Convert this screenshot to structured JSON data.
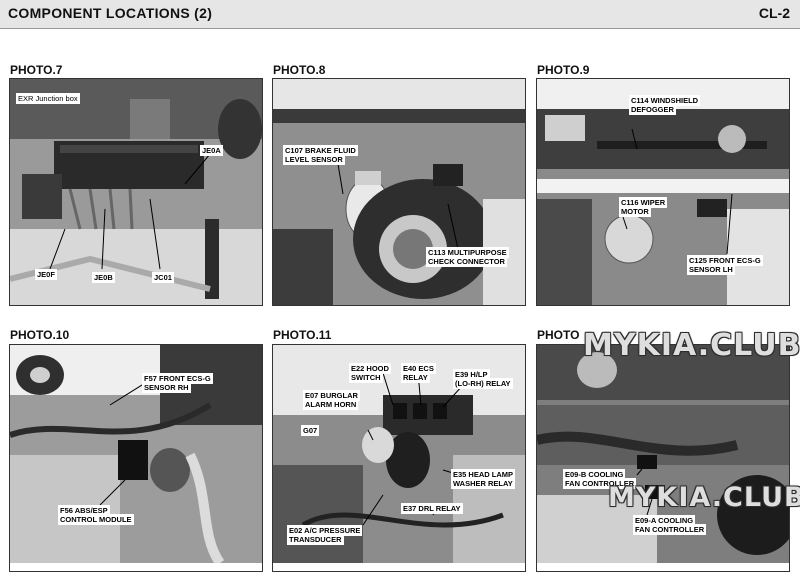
{
  "header": {
    "title": "COMPONENT LOCATIONS (2)",
    "code": "CL-2"
  },
  "watermark": "MYKIA.CLUB",
  "photos": [
    {
      "label": "PHOTO.7",
      "callouts": [
        "EXR Junction box",
        "JE0A",
        "JE0F",
        "JE0B",
        "JC01"
      ]
    },
    {
      "label": "PHOTO.8",
      "callouts": [
        "C107 BRAKE FLUID",
        "LEVEL SENSOR",
        "C113 MULTIPURPOSE",
        "CHECK CONNECTOR"
      ]
    },
    {
      "label": "PHOTO.9",
      "callouts": [
        "C114 WINDSHIELD",
        "DEFOGGER",
        "C116 WIPER",
        "MOTOR",
        "C125 FRONT ECS-G",
        "SENSOR LH"
      ]
    },
    {
      "label": "PHOTO.10",
      "callouts": [
        "F57 FRONT ECS-G",
        "SENSOR RH",
        "F56 ABS/ESP",
        "CONTROL MODULE"
      ]
    },
    {
      "label": "PHOTO.11",
      "callouts": [
        "E22 HOOD",
        "SWITCH",
        "E40 ECS",
        "RELAY",
        "E39 H/LP",
        "(LO-RH) RELAY",
        "E07 BURGLAR",
        "ALARM HORN",
        "G07",
        "E35 HEAD LAMP",
        "WASHER RELAY",
        "E37 DRL RELAY",
        "E02 A/C PRESSURE",
        "TRANSDUCER"
      ]
    },
    {
      "label": "PHOTO",
      "callouts": [
        "E09-B COOLING",
        "FAN CONTROLLER",
        "E09-A COOLING",
        "FAN CONTROLLER"
      ]
    }
  ]
}
